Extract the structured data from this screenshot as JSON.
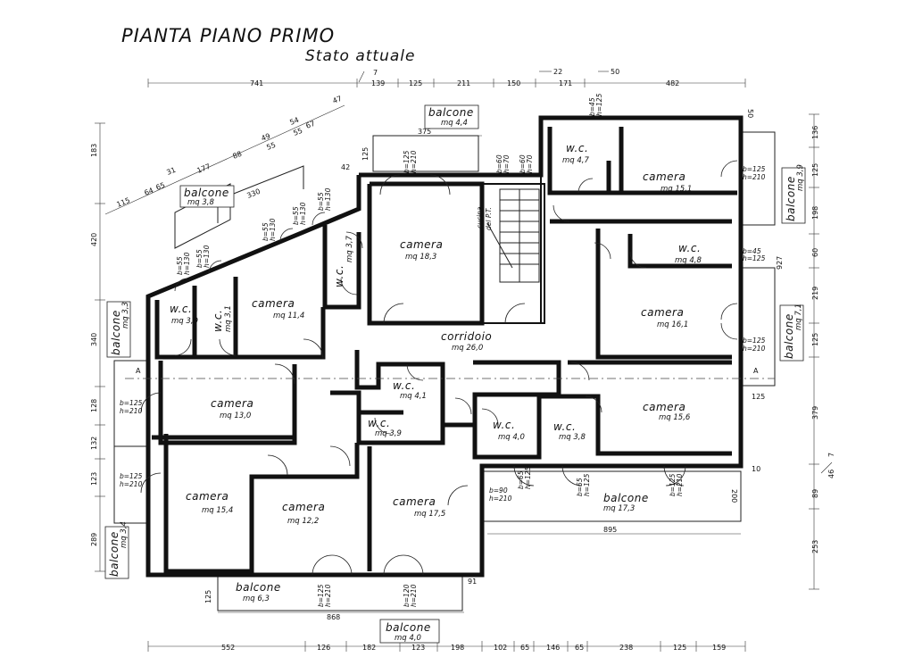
{
  "header": {
    "title": "PIANTA PIANO PRIMO",
    "subtitle": "Stato attuale"
  },
  "rooms": [
    {
      "name": "camera",
      "area": "mq 18,3"
    },
    {
      "name": "camera",
      "area": "mq 15,1"
    },
    {
      "name": "w.c.",
      "area": "mq 4,7"
    },
    {
      "name": "w.c.",
      "area": "mq 4,8"
    },
    {
      "name": "camera",
      "area": "mq 16,1"
    },
    {
      "name": "corridoio",
      "area": "mq 26,0"
    },
    {
      "name": "camera",
      "area": "mq 11,4"
    },
    {
      "name": "w.c.",
      "area": "mq 3,0"
    },
    {
      "name": "w.c.",
      "area": "mq 3,1"
    },
    {
      "name": "w.c.",
      "area": "mq 3,7"
    },
    {
      "name": "camera",
      "area": "mq 13,0"
    },
    {
      "name": "w.c.",
      "area": "mq 4,1"
    },
    {
      "name": "w.c.",
      "area": "mq 3,9"
    },
    {
      "name": "w.c.",
      "area": "mq 4,0"
    },
    {
      "name": "w.c.",
      "area": "mq 3,8"
    },
    {
      "name": "camera",
      "area": "mq 15,6"
    },
    {
      "name": "camera",
      "area": "mq 15,4"
    },
    {
      "name": "camera",
      "area": "mq 12,2"
    },
    {
      "name": "camera",
      "area": "mq 17,5"
    }
  ],
  "balconies": [
    {
      "name": "balcone",
      "area": "mq 4,4"
    },
    {
      "name": "balcone",
      "area": "mq 3,8"
    },
    {
      "name": "balcone",
      "area": "mq 3,9"
    },
    {
      "name": "balcone",
      "area": "mq 7,1"
    },
    {
      "name": "balcone",
      "area": "mq 3,3"
    },
    {
      "name": "balcone",
      "area": "mq 3,4"
    },
    {
      "name": "balcone",
      "area": "mq 17,3"
    },
    {
      "name": "balcone",
      "area": "mq 6,3"
    },
    {
      "name": "balcone",
      "area": "mq 4,0"
    }
  ],
  "kitchen_note": {
    "line1": "cucina",
    "line2": "del P.T."
  },
  "section_marker": "A",
  "dims_top": [
    "741",
    "139",
    "125",
    "211",
    "150",
    "171",
    "482"
  ],
  "dims_top_small": [
    "7",
    "22",
    "50"
  ],
  "dims_bottom": [
    "552",
    "126",
    "182",
    "123",
    "198",
    "102",
    "65",
    "146",
    "65",
    "238",
    "125",
    "159"
  ],
  "dims_left": [
    "183",
    "420",
    "340",
    "128",
    "132",
    "123",
    "289"
  ],
  "dims_right": [
    "136",
    "125",
    "198",
    "60",
    "219",
    "125",
    "379",
    "89",
    "253"
  ],
  "dims_misc": [
    "375",
    "330",
    "42",
    "125",
    "895",
    "868",
    "927",
    "125",
    "200",
    "10",
    "91",
    "125",
    "46",
    "7",
    "50"
  ],
  "dims_diagonal": [
    "115",
    "64",
    "65",
    "31",
    "177",
    "88",
    "49",
    "55",
    "54",
    "67",
    "47",
    "55"
  ],
  "openings": [
    "b=125",
    "h=210",
    "b=60",
    "h=70",
    "b=45",
    "h=125",
    "b=55",
    "h=130",
    "b=90",
    "h=210",
    "b=65",
    "h=125",
    "b=120"
  ]
}
